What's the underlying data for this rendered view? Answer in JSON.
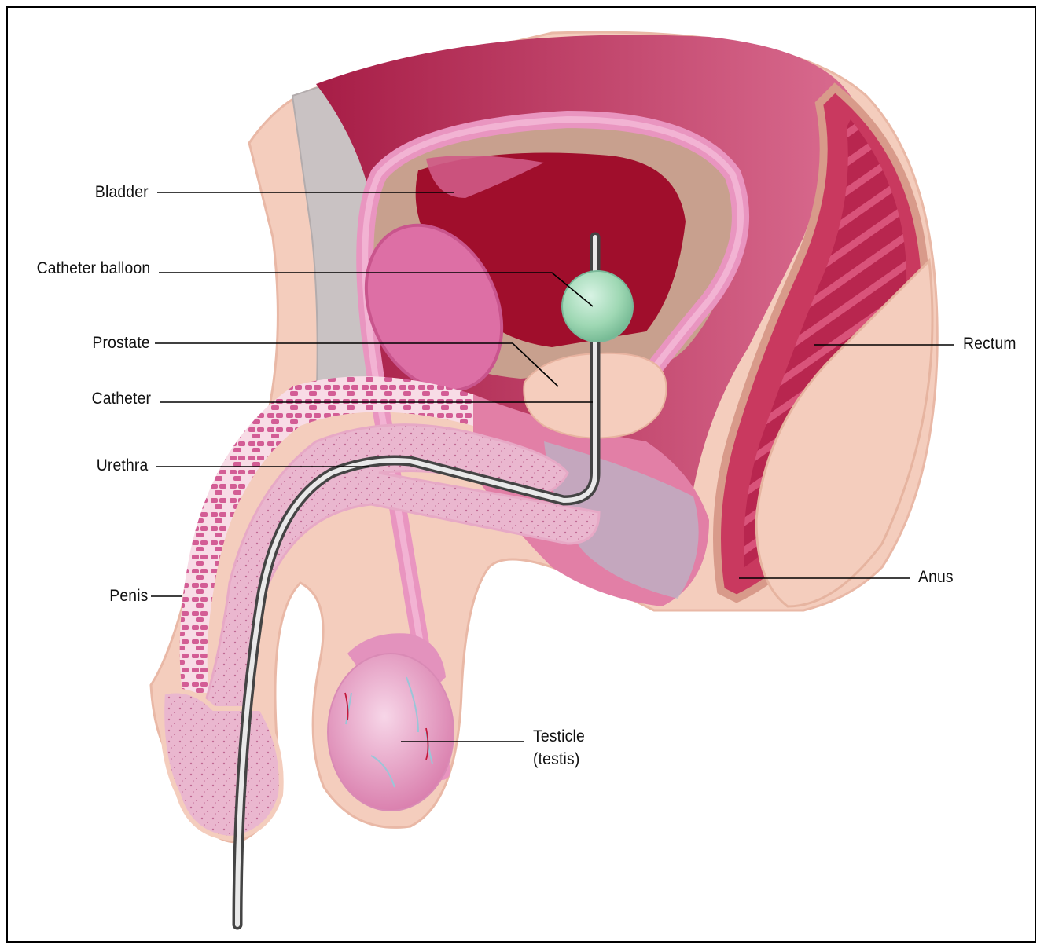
{
  "labels": {
    "bladder": "Bladder",
    "catheter_balloon": "Catheter balloon",
    "prostate": "Prostate",
    "catheter": "Catheter",
    "urethra": "Urethra",
    "penis": "Penis",
    "rectum": "Rectum",
    "anus": "Anus",
    "testicle_line1": "Testicle",
    "testicle_line2": "(testis)"
  },
  "colors": {
    "skin": "#f6d3c4",
    "muscle_dark": "#b3224a",
    "muscle_mid": "#c8456e",
    "bladder_wall": "#a8103c",
    "bladder_inner": "#9e0a22",
    "spongy": "#e8a6c4",
    "pink": "#e88cb8",
    "balloon": "#9fd8b4",
    "catheter": "#6b6b6b"
  }
}
